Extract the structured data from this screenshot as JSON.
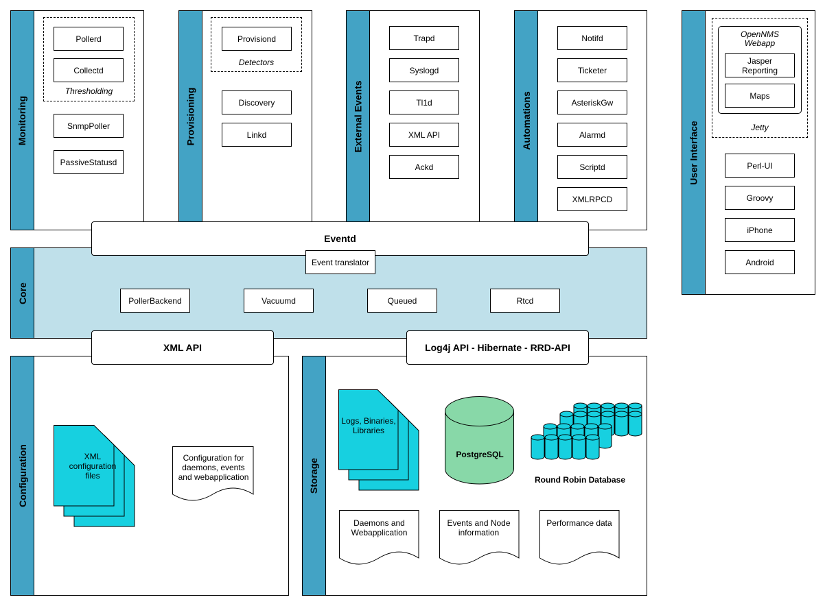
{
  "monitoring": {
    "title": "Monitoring",
    "pollerd": "Pollerd",
    "collectd": "Collectd",
    "thresholding": "Thresholding",
    "snmppoller": "SnmpPoller",
    "passivestatusd": "PassiveStatusd"
  },
  "provisioning": {
    "title": "Provisioning",
    "provisiond": "Provisiond",
    "detectors": "Detectors",
    "discovery": "Discovery",
    "linkd": "Linkd"
  },
  "external_events": {
    "title": "External Events",
    "items": [
      "Trapd",
      "Syslogd",
      "Tl1d",
      "XML API",
      "Ackd"
    ]
  },
  "automations": {
    "title": "Automations",
    "items": [
      "Notifd",
      "Ticketer",
      "AsteriskGw",
      "Alarmd",
      "Scriptd",
      "XMLRPCD"
    ]
  },
  "user_interface": {
    "title": "User Interface",
    "webapp": "OpenNMS Webapp",
    "jasper": "Jasper Reporting",
    "maps": "Maps",
    "jetty": "Jetty",
    "items": [
      "Perl-UI",
      "Groovy",
      "iPhone",
      "Android"
    ]
  },
  "eventd": "Eventd",
  "core": {
    "title": "Core",
    "event_translator": "Event translator",
    "items": [
      "PollerBackend",
      "Vacuumd",
      "Queued",
      "Rtcd"
    ]
  },
  "xml_api_bar": "XML API",
  "log4j_bar": "Log4j API - Hibernate - RRD-API",
  "configuration": {
    "title": "Configuration",
    "xml_files": "XML configuration files",
    "config_doc": "Configuration for daemons, events and webapplication"
  },
  "storage": {
    "title": "Storage",
    "logs": "Logs, Binaries, Libraries",
    "postgres": "PostgreSQL",
    "rrd": "Round Robin Database",
    "doc1": "Daemons and Webapplication",
    "doc2": "Events and Node information",
    "doc3": "Performance data"
  },
  "colors": {
    "bar": "#43a3c5",
    "core_fill": "#bfe0ea",
    "cyan": "#17d0e0",
    "postgres": "#88d8a8"
  }
}
